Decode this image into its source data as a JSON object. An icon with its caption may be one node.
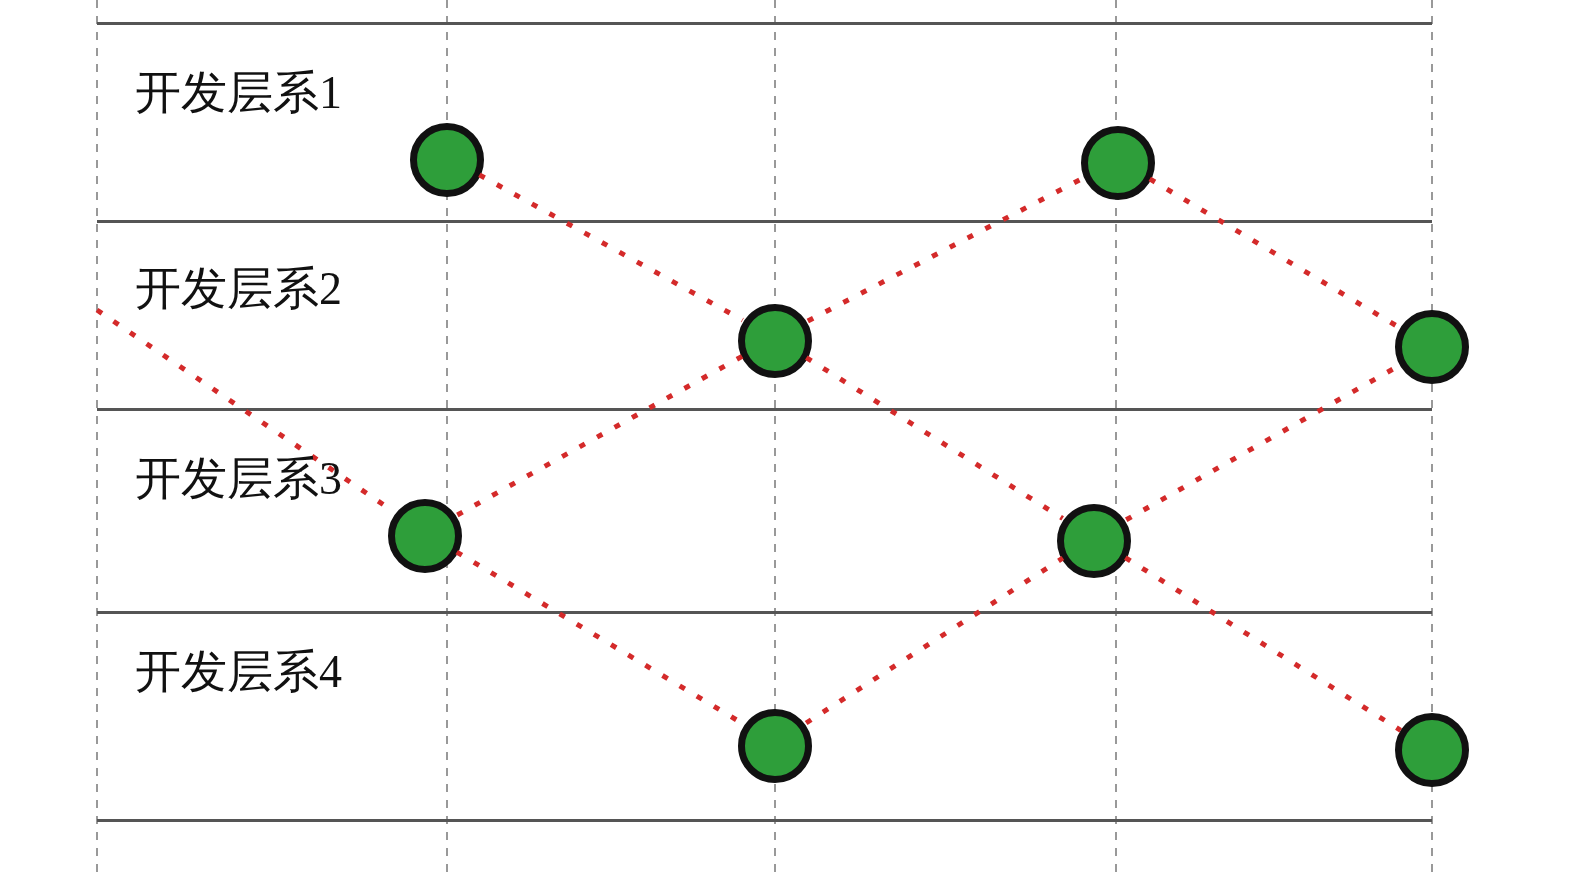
{
  "diagram": {
    "nodes": [
      {
        "text": [
          "开发层系1"
        ]
      },
      {
        "text": [],
        "shape": "circle",
        "in": 0
      },
      {
        "text": [],
        "shape": "circle",
        "in": 0
      },
      {
        "text": [
          "开发层系2"
        ]
      },
      {
        "text": [],
        "shape": "circle",
        "in": 3
      },
      {
        "text": [],
        "shape": "circle"
      },
      {
        "text": [
          "开发层系3"
        ]
      },
      {
        "text": [],
        "shape": "circle",
        "in": 6
      },
      {
        "text": [],
        "shape": "circle",
        "in": 6
      },
      {
        "text": [
          "开发层系4"
        ]
      },
      {
        "text": [],
        "shape": "circle",
        "in": 9
      },
      {
        "text": [],
        "shape": "circle"
      }
    ],
    "edges": [
      {
        "from": 3,
        "to": 7,
        "arrow": "none",
        "style": "dashed"
      },
      {
        "from": 7,
        "to": 10,
        "arrow": "none",
        "style": "dashed"
      },
      {
        "from": 10,
        "to": 8,
        "arrow": "none",
        "style": "dashed"
      },
      {
        "from": 8,
        "to": 5,
        "arrow": "none",
        "style": "dashed"
      },
      {
        "from": 1,
        "to": 4,
        "arrow": "none",
        "style": "dashed"
      },
      {
        "from": 4,
        "to": 8,
        "arrow": "none",
        "style": "dashed"
      },
      {
        "from": 8,
        "to": 11,
        "arrow": "none",
        "style": "dashed"
      },
      {
        "from": 7,
        "to": 4,
        "arrow": "none",
        "style": "dashed"
      },
      {
        "from": 4,
        "to": 2,
        "arrow": "none",
        "style": "dashed"
      },
      {
        "from": 2,
        "to": 5,
        "arrow": "none",
        "style": "dashed"
      }
    ]
  }
}
